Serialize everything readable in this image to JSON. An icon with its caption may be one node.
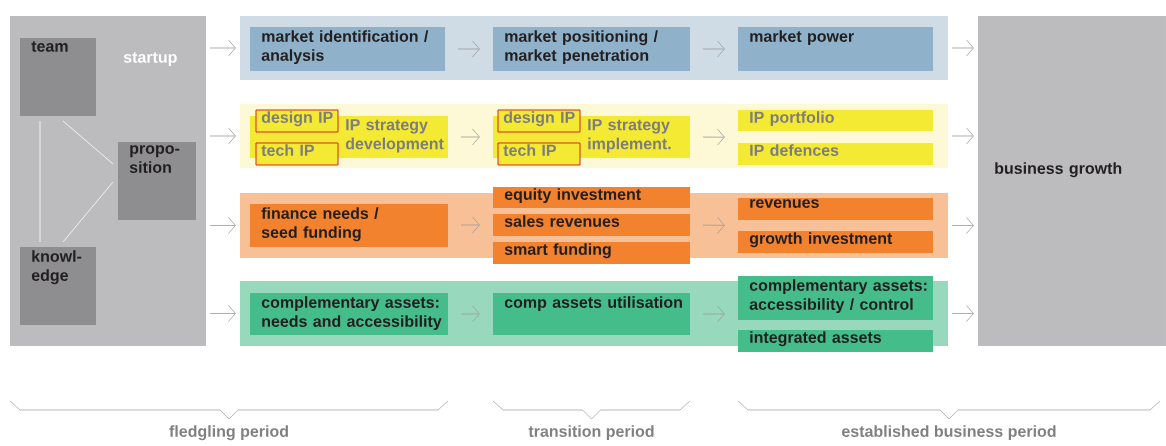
{
  "diagram": {
    "nodes": [
      {
        "text": [
          "startup"
        ]
      },
      {
        "text": [
          "team"
        ],
        "in": 0
      },
      {
        "text": [
          "propo- sition"
        ],
        "in": 0
      },
      {
        "text": [
          "knowl- edge"
        ],
        "in": 0
      },
      {
        "text": [],
        "shape": "box"
      },
      {
        "text": [
          "market identification / analysis"
        ],
        "in": 4
      },
      {
        "text": [
          "market positioning / market penetration"
        ],
        "in": 4
      },
      {
        "text": [
          "market power"
        ],
        "in": 4
      },
      {
        "text": [],
        "shape": "box"
      },
      {
        "text": [
          "IP strategy development"
        ],
        "in": 8
      },
      {
        "text": [
          "design IP"
        ],
        "in": 8
      },
      {
        "text": [
          "tech IP"
        ],
        "in": 8
      },
      {
        "text": [
          "IP strategy implement."
        ],
        "in": 8
      },
      {
        "text": [
          "design IP"
        ],
        "in": 8
      },
      {
        "text": [
          "tech IP"
        ],
        "in": 8
      },
      {
        "text": [
          "IP portfolio"
        ],
        "in": 8
      },
      {
        "text": [
          "IP defences"
        ],
        "in": 8
      },
      {
        "text": [],
        "shape": "box"
      },
      {
        "text": [
          "finance needs / seed funding"
        ],
        "in": 17
      },
      {
        "text": [
          "equity investment"
        ]
      },
      {
        "text": [
          "sales revenues"
        ],
        "in": 17
      },
      {
        "text": [
          "smart funding"
        ]
      },
      {
        "text": [
          "revenues"
        ],
        "in": 17
      },
      {
        "text": [
          "growth investment"
        ],
        "in": 17
      },
      {
        "text": [],
        "shape": "box"
      },
      {
        "text": [
          "complementary assets: needs and accessibility"
        ],
        "in": 24
      },
      {
        "text": [
          "comp assets utilisation"
        ],
        "in": 24
      },
      {
        "text": [
          "complementary assets: accessibility / control"
        ]
      },
      {
        "text": [
          "integrated assets"
        ]
      },
      {
        "text": [
          "business growth"
        ]
      }
    ],
    "edges": [
      {
        "from": 1,
        "to": 3,
        "arrow": "none",
        "color": "#ffffff"
      },
      {
        "from": 1,
        "to": 2,
        "arrow": "none",
        "color": "#ffffff"
      },
      {
        "from": 3,
        "to": 2,
        "arrow": "none",
        "color": "#ffffff"
      },
      {
        "from": 0,
        "to": 4,
        "arrow": "to"
      },
      {
        "from": 0,
        "to": 8,
        "arrow": "to"
      },
      {
        "from": 0,
        "to": 17,
        "arrow": "to"
      },
      {
        "from": 0,
        "to": 24,
        "arrow": "to"
      },
      {
        "from": 5,
        "to": 6,
        "arrow": "to"
      },
      {
        "from": 6,
        "to": 7,
        "arrow": "to"
      },
      {
        "from": 9,
        "to": 12,
        "arrow": "to"
      },
      {
        "from": 12,
        "to": 15,
        "arrow": "to"
      },
      {
        "from": 12,
        "to": 16,
        "arrow": "to"
      },
      {
        "from": 18,
        "to": 20,
        "arrow": "to"
      },
      {
        "from": 20,
        "to": 22,
        "arrow": "to"
      },
      {
        "from": 20,
        "to": 23,
        "arrow": "to"
      },
      {
        "from": 25,
        "to": 26,
        "arrow": "to"
      },
      {
        "from": 26,
        "to": 27,
        "arrow": "to"
      },
      {
        "from": 4,
        "to": 29,
        "arrow": "to"
      },
      {
        "from": 8,
        "to": 29,
        "arrow": "to"
      },
      {
        "from": 17,
        "to": 29,
        "arrow": "to"
      },
      {
        "from": 24,
        "to": 29,
        "arrow": "to"
      }
    ],
    "labels": [
      "fledgling period",
      "transition period",
      "established business period"
    ]
  }
}
